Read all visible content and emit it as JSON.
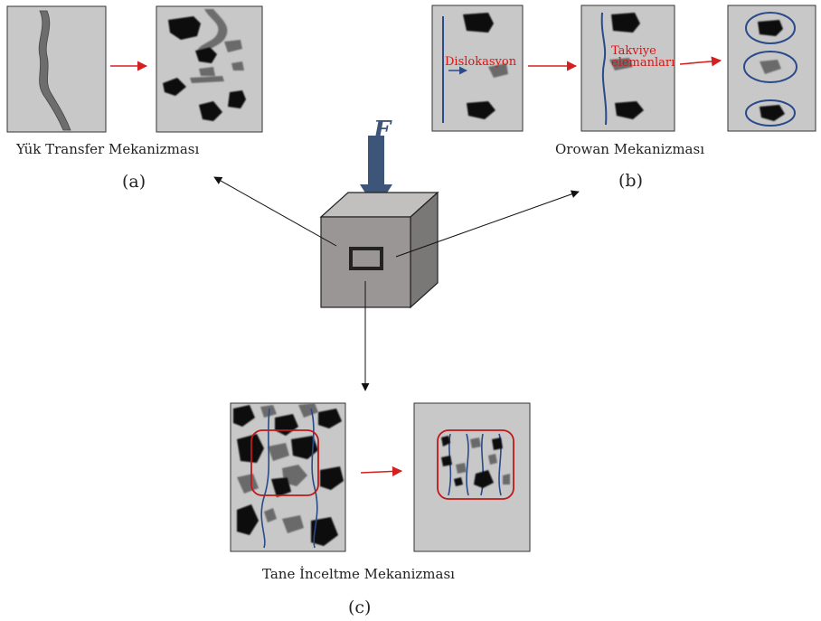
{
  "labels": {
    "force": "F",
    "load_transfer": "Yük Transfer Mekanizması",
    "label_a": "(a)",
    "orowan": "Orowan Mekanizması",
    "label_b": "(b)",
    "dislocation": "Dislokasyon",
    "reinforcement_line1": "Takviye",
    "reinforcement_line2": "elemanları",
    "grain_refinement": "Tane İnceltme Mekanizması",
    "label_c": "(c)"
  },
  "colors": {
    "panel_fill": "#c8c8c8",
    "particle": "#0a0a0a",
    "grey_particle": "#6a6a6a",
    "dislocation_line": "#2a4a8a",
    "arrow_red": "#d42020",
    "force_arrow": "#3d5578",
    "cube_front": "#9a9696",
    "cube_top": "#c2bfbf",
    "cube_side": "#7a7777",
    "boundary_box": "#c01818"
  }
}
